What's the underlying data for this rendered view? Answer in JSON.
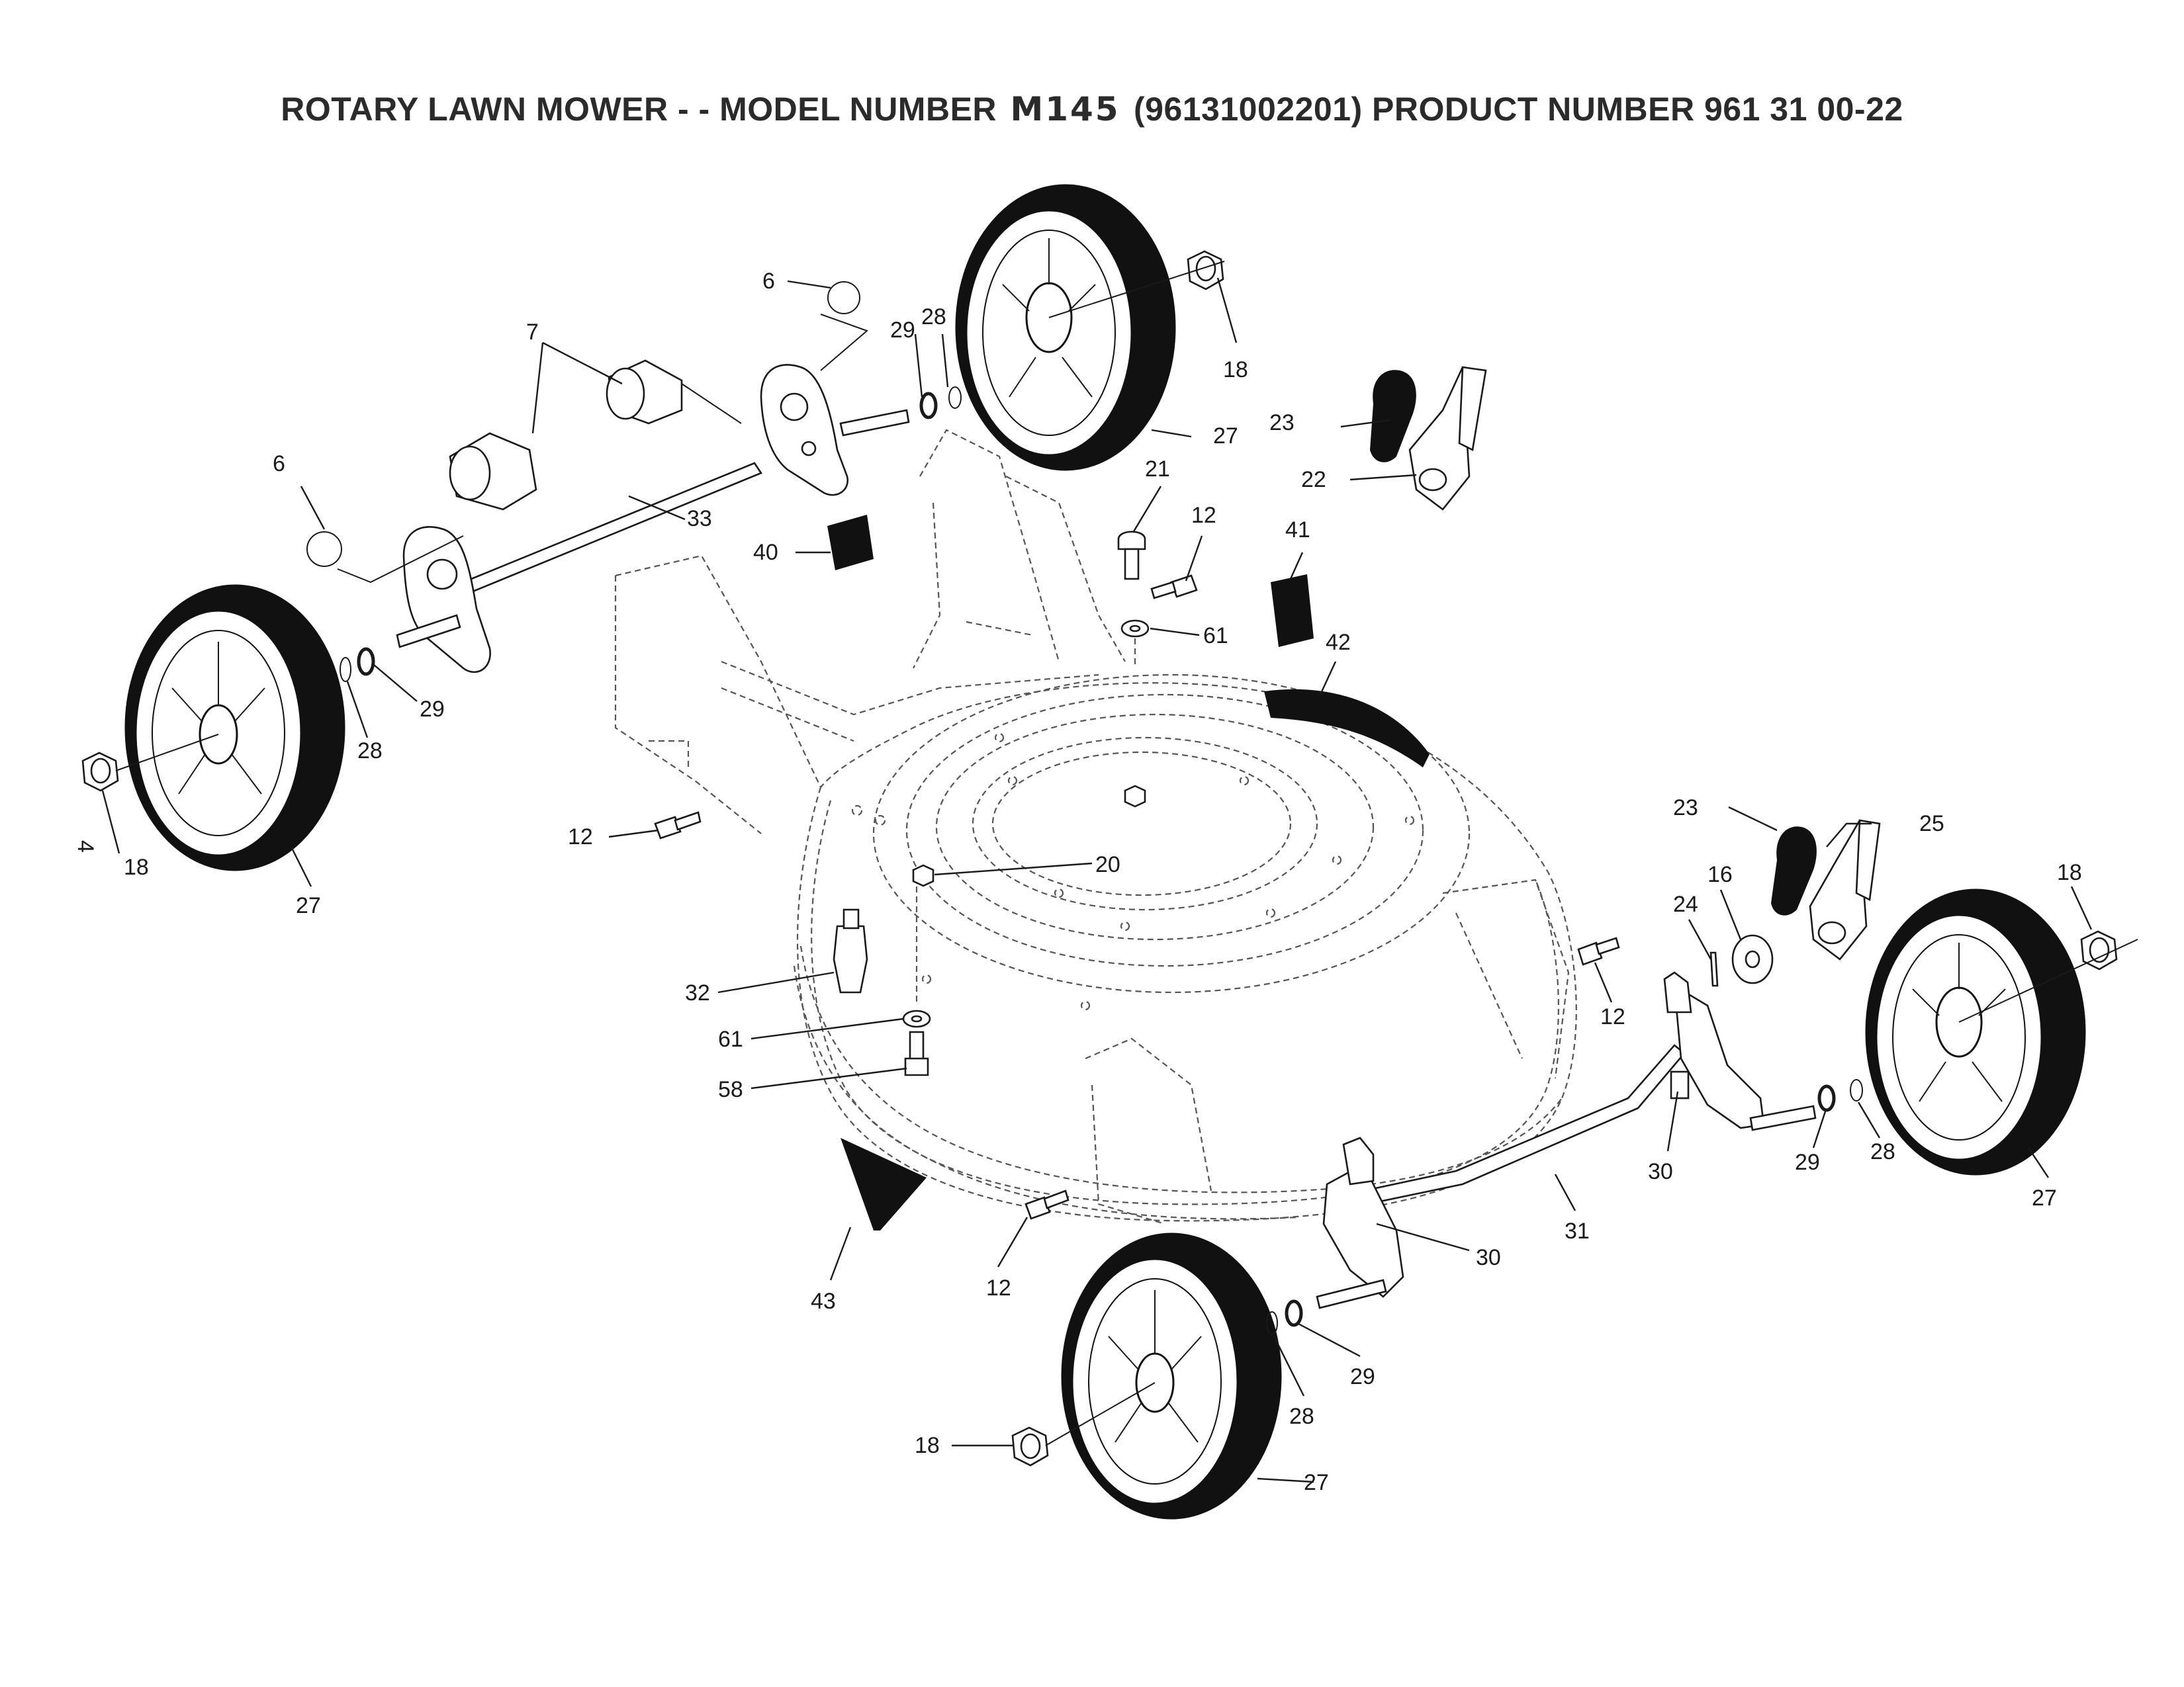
{
  "title": {
    "prefix": "ROTARY LAWN MOWER - - MODEL NUMBER",
    "model": "M145",
    "suffix": "(96131002201) PRODUCT NUMBER 961 31 00-22"
  },
  "page_number": "4",
  "callouts": [
    {
      "id": "c6a",
      "text": "6"
    },
    {
      "id": "c28a",
      "text": "28"
    },
    {
      "id": "c29a",
      "text": "29"
    },
    {
      "id": "c18a",
      "text": "18"
    },
    {
      "id": "c7",
      "text": "7"
    },
    {
      "id": "c27a",
      "text": "27"
    },
    {
      "id": "c23a",
      "text": "23"
    },
    {
      "id": "c22",
      "text": "22"
    },
    {
      "id": "c6b",
      "text": "6"
    },
    {
      "id": "c21",
      "text": "21"
    },
    {
      "id": "c12a",
      "text": "12"
    },
    {
      "id": "c33",
      "text": "33"
    },
    {
      "id": "c40",
      "text": "40"
    },
    {
      "id": "c41",
      "text": "41"
    },
    {
      "id": "c61a",
      "text": "61"
    },
    {
      "id": "c42",
      "text": "42"
    },
    {
      "id": "c29b",
      "text": "29"
    },
    {
      "id": "c28b",
      "text": "28"
    },
    {
      "id": "c18b",
      "text": "18"
    },
    {
      "id": "c27b",
      "text": "27"
    },
    {
      "id": "c12b",
      "text": "12"
    },
    {
      "id": "c20",
      "text": "20"
    },
    {
      "id": "c23b",
      "text": "23"
    },
    {
      "id": "c25",
      "text": "25"
    },
    {
      "id": "c16",
      "text": "16"
    },
    {
      "id": "c18c",
      "text": "18"
    },
    {
      "id": "c24",
      "text": "24"
    },
    {
      "id": "c32",
      "text": "32"
    },
    {
      "id": "c12c",
      "text": "12"
    },
    {
      "id": "c61b",
      "text": "61"
    },
    {
      "id": "c58",
      "text": "58"
    },
    {
      "id": "c30a",
      "text": "30"
    },
    {
      "id": "c29c",
      "text": "29"
    },
    {
      "id": "c28c",
      "text": "28"
    },
    {
      "id": "c27c",
      "text": "27"
    },
    {
      "id": "c31",
      "text": "31"
    },
    {
      "id": "c30b",
      "text": "30"
    },
    {
      "id": "c12d",
      "text": "12"
    },
    {
      "id": "c43",
      "text": "43"
    },
    {
      "id": "c29d",
      "text": "29"
    },
    {
      "id": "c28d",
      "text": "28"
    },
    {
      "id": "c18d",
      "text": "18"
    },
    {
      "id": "c27d",
      "text": "27"
    }
  ]
}
